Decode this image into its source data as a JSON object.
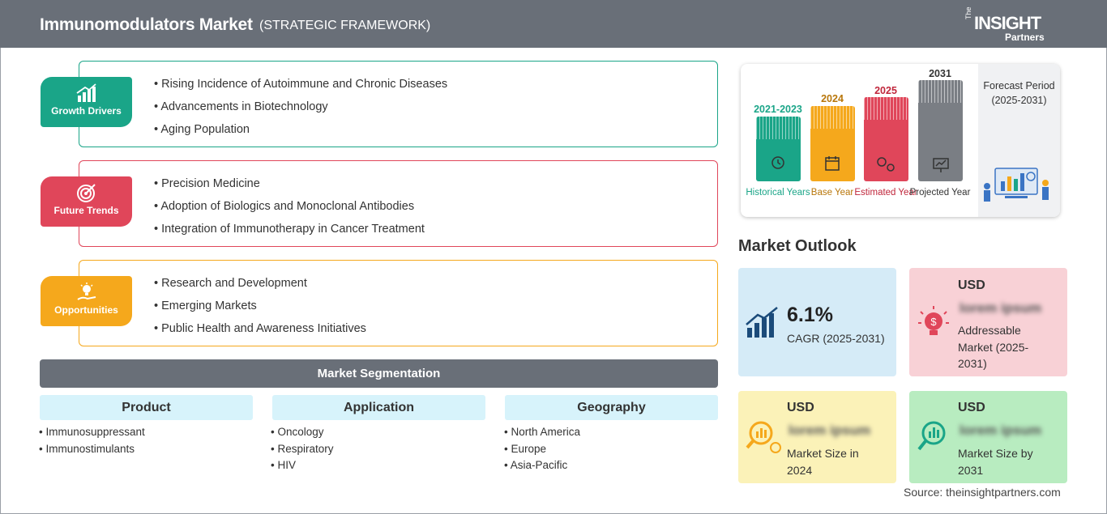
{
  "header": {
    "title": "Immunomodulators Market",
    "subtitle": "(STRATEGIC FRAMEWORK)",
    "logo_the": "The",
    "logo_insight": "INSIGHT",
    "logo_partners": "Partners"
  },
  "growth_drivers": {
    "label": "Growth Drivers",
    "color": "#1aa588",
    "items": [
      "Rising Incidence of Autoimmune and Chronic Diseases",
      "Advancements in Biotechnology",
      "Aging Population"
    ]
  },
  "future_trends": {
    "label": "Future Trends",
    "color": "#e0465a",
    "items": [
      "Precision Medicine",
      "Adoption of Biologics and Monoclonal Antibodies",
      "Integration of Immunotherapy in Cancer Treatment"
    ]
  },
  "opportunities": {
    "label": "Opportunities",
    "color": "#f5a81c",
    "items": [
      "Research and Development",
      "Emerging Markets",
      "Public Health and Awareness Initiatives"
    ]
  },
  "segmentation": {
    "title": "Market Segmentation",
    "columns": [
      {
        "head": "Product",
        "items": [
          "Immunosuppressant",
          "Immunostimulants"
        ]
      },
      {
        "head": "Application",
        "items": [
          "Oncology",
          "Respiratory",
          "HIV"
        ]
      },
      {
        "head": "Geography",
        "items": [
          "North America",
          "Europe",
          "Asia-Pacific"
        ]
      }
    ]
  },
  "timeline": {
    "items": [
      {
        "year": "2021-2023",
        "label": "Historical Years",
        "color": "#1aa588"
      },
      {
        "year": "2024",
        "label": "Base Year",
        "color": "#f5a81c"
      },
      {
        "year": "2025",
        "label": "Estimated Year",
        "color": "#e0465a"
      },
      {
        "year": "2031",
        "label": "Projected Year",
        "color": "#7a7e84"
      }
    ],
    "forecast_label": "Forecast Period",
    "forecast_range": "(2025-2031)"
  },
  "outlook": {
    "title": "Market Outlook",
    "cagr_value": "6.1%",
    "cagr_label": "CAGR (2025-2031)",
    "addressable_usd": "USD",
    "addressable_value": "lorem ipsum",
    "addressable_label": "Addressable Market (2025-2031)",
    "size2024_usd": "USD",
    "size2024_value": "lorem ipsum",
    "size2024_label": "Market Size in 2024",
    "size2031_usd": "USD",
    "size2031_value": "lorem ipsum",
    "size2031_label": "Market Size by 2031"
  },
  "source": "Source: theinsightpartners.com"
}
